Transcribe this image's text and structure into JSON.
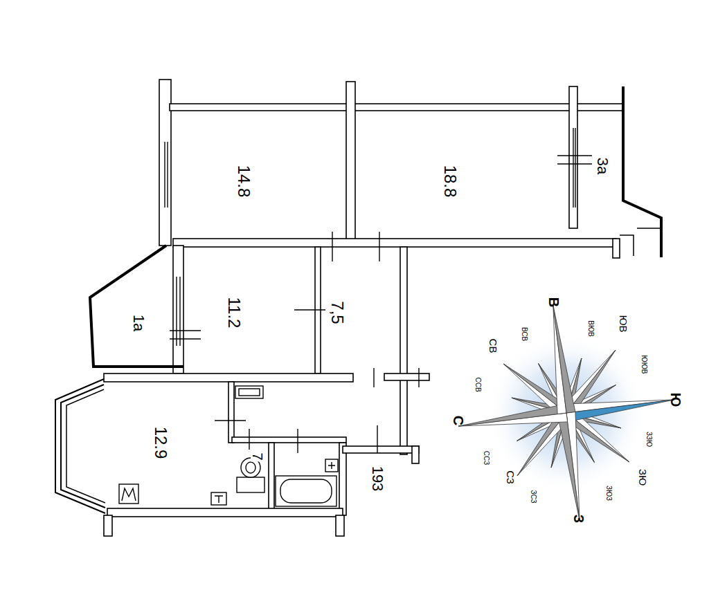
{
  "diagram": {
    "labels": [
      "14.8",
      "18.8",
      "3a",
      "1a",
      "11.2",
      "7,5",
      "12.9",
      "7",
      "193",
      "В",
      "ВЮВ",
      "ЮВ",
      "ЮЮВ",
      "Ю",
      "ЗЗЮ",
      "ЗЮ",
      "ЗЮЗ",
      "З",
      "ЗСЗ",
      "СЗ",
      "ССЗ",
      "С",
      "ССВ",
      "СВ",
      "ВСВ"
    ]
  }
}
